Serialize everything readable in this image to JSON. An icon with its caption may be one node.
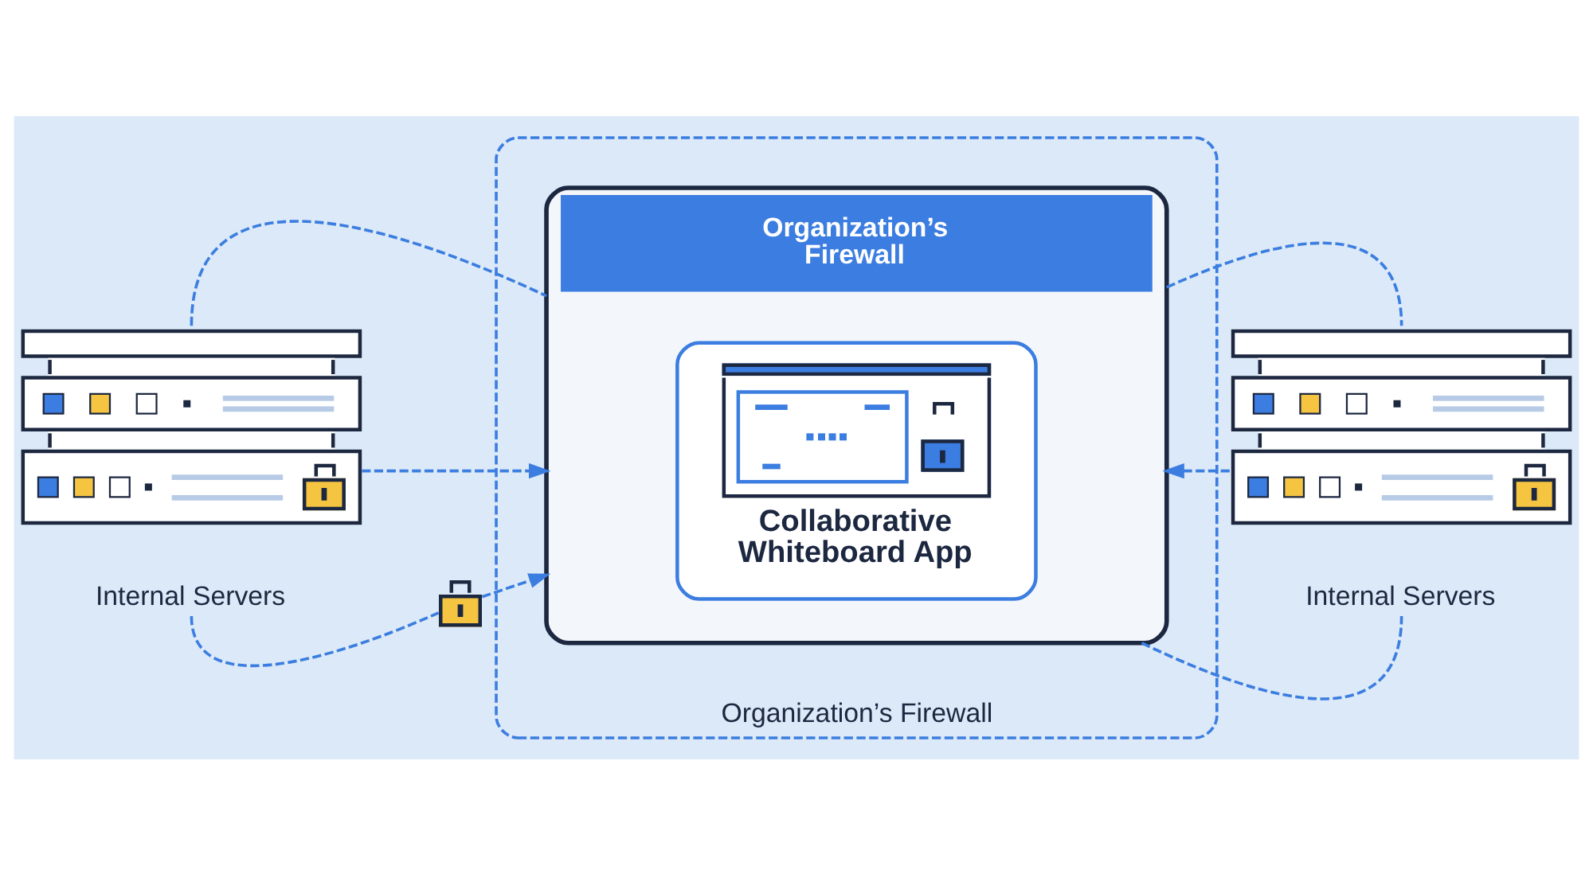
{
  "diagram": {
    "nodes": [
      {
        "text": [],
        "shape": "picture",
        "beside": [
          "Internal Servers"
        ]
      },
      {
        "text": [],
        "shape": "picture"
      },
      {
        "text": [
          "Organization’s Firewall"
        ]
      },
      {
        "text": [
          "Organization’s Firewall"
        ],
        "in": 2
      },
      {
        "text": [
          "Collaborative Whiteboard App"
        ],
        "in": 3
      },
      {
        "text": [],
        "shape": "picture",
        "beside": [
          "Internal Servers"
        ]
      }
    ],
    "edges": [
      {
        "from": 0,
        "to": 3,
        "arrow": "none",
        "style": "dashed"
      },
      {
        "from": 0,
        "to": 3,
        "arrow": "to",
        "style": "dashed"
      },
      {
        "from": 0,
        "to": 1,
        "arrow": "none",
        "style": "dashed"
      },
      {
        "from": 1,
        "to": 3,
        "arrow": "to",
        "style": "dashed"
      },
      {
        "from": 5,
        "to": 3,
        "arrow": "none",
        "style": "dashed"
      },
      {
        "from": 5,
        "to": 3,
        "arrow": "to",
        "style": "dashed"
      },
      {
        "from": 5,
        "to": 3,
        "arrow": "none",
        "style": "dashed"
      }
    ]
  }
}
